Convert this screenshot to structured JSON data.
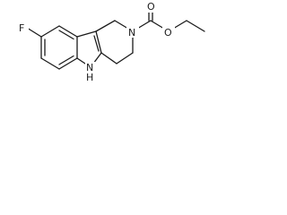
{
  "molecule": {
    "atoms": {
      "fluorine": "F",
      "ring_nitrogen": "N",
      "indole_nitrogen": "N",
      "indole_hydrogen": "H",
      "carbonyl_oxygen": "O",
      "ester_oxygen": "O"
    }
  }
}
